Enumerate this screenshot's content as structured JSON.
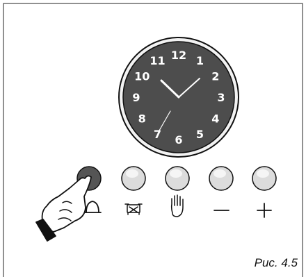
{
  "clock": {
    "numerals": [
      "12",
      "1",
      "2",
      "3",
      "4",
      "5",
      "6",
      "7",
      "8",
      "9",
      "10",
      "11"
    ],
    "time_shown": "10:07"
  },
  "buttons": [
    {
      "name": "bell",
      "symbol": "bell-icon"
    },
    {
      "name": "cooking-stop",
      "symbol": "pot-cross-icon"
    },
    {
      "name": "manual",
      "symbol": "hand-icon"
    },
    {
      "name": "minus",
      "symbol": "minus-icon"
    },
    {
      "name": "plus",
      "symbol": "plus-icon"
    }
  ],
  "pressed_button": "bell",
  "caption": "Рис. 4.5",
  "colors": {
    "dial_face": "#4d4d4d",
    "button_face": "#dcdcdc",
    "button_pressed": "#555555",
    "outline": "#111111",
    "numerals": "#ffffff"
  }
}
